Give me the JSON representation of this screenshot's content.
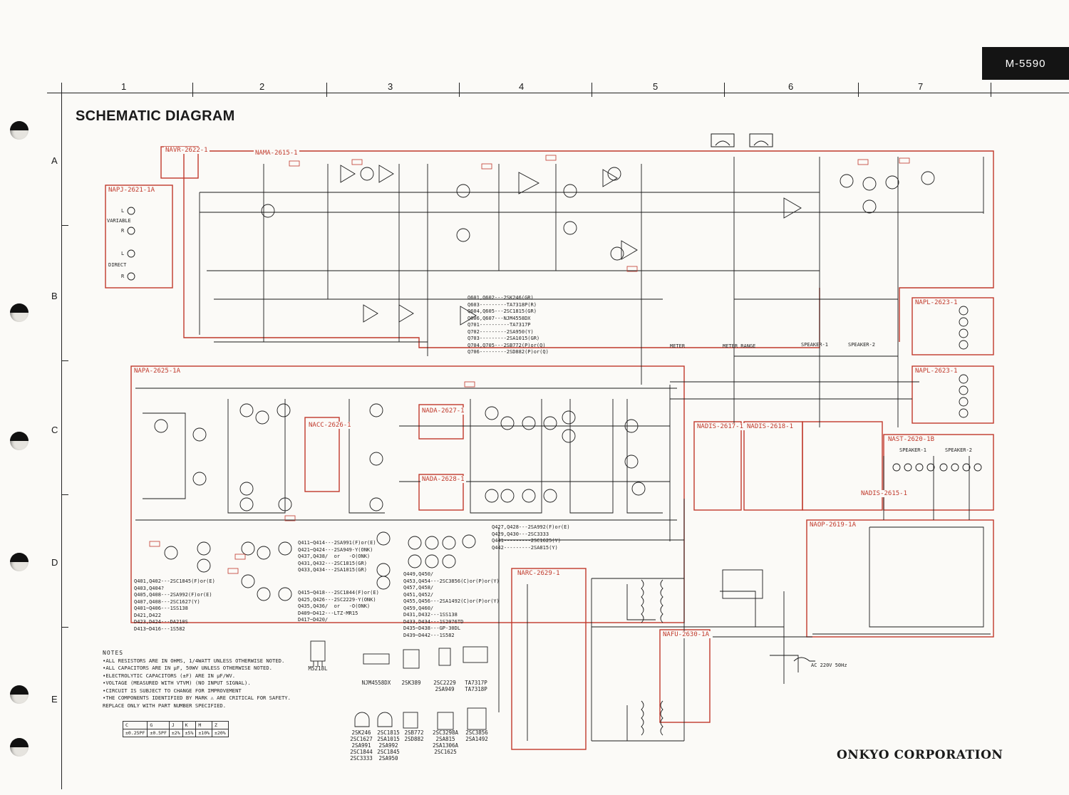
{
  "model": "M-5590",
  "title": "SCHEMATIC DIAGRAM",
  "columns": [
    "1",
    "2",
    "3",
    "4",
    "5",
    "6",
    "7"
  ],
  "rows": [
    "A",
    "B",
    "C",
    "D",
    "E"
  ],
  "boards": [
    {
      "id": "navr",
      "label": "NAVR-2622-1"
    },
    {
      "id": "nama",
      "label": "NAMA-2615-1"
    },
    {
      "id": "napj",
      "label": "NAPJ-2621-1A"
    },
    {
      "id": "napa",
      "label": "NAPA-2625-1A"
    },
    {
      "id": "nacc",
      "label": "NACC-2626-1"
    },
    {
      "id": "nada1",
      "label": "NADA-2627-1"
    },
    {
      "id": "nada2",
      "label": "NADA-2628-1"
    },
    {
      "id": "nadis1",
      "label": "NADIS-2617-1"
    },
    {
      "id": "nadis2",
      "label": "NADIS-2618-1"
    },
    {
      "id": "nadis3",
      "label": "NADIS-2615-1"
    },
    {
      "id": "nast",
      "label": "NAST-2620-1B"
    },
    {
      "id": "napl1",
      "label": "NAPL-2623-1"
    },
    {
      "id": "napl2",
      "label": "NAPL-2623-1"
    },
    {
      "id": "naop",
      "label": "NAOP-2619-1A"
    },
    {
      "id": "narc",
      "label": "NARC-2629-1"
    },
    {
      "id": "nafu",
      "label": "NAFU-2630-1A"
    }
  ],
  "inputs": {
    "variable": "VARIABLE",
    "direct": "DIRECT",
    "left": "L",
    "right": "R"
  },
  "switches": {
    "meter": "METER",
    "meter_range": "METER RANGE",
    "speaker1": "SPEAKER-1",
    "speaker2": "SPEAKER-2",
    "speaker1_term": "SPEAKER-1",
    "speaker2_term": "SPEAKER-2"
  },
  "power": {
    "ac": "AC 220V 50Hz"
  },
  "parts_text": {
    "q601": "Q601,Q602---2SK246(GR)\nQ603---------TA7318P(R)\nQ604,Q605---2SC1815(GR)\nQ606,Q607---NJM4558DX\nQ701----------TA7317P\nQ702---------2SA950(Y)\nQ703---------2SA1015(GR)\nQ704,Q705---2SB772(P)or(Q)\nQ706---------2SD882(P)or(Q)",
    "q401": "Q401,Q402---2SC1845(F)or(E)\nQ403,Q404?\nQ405,Q408---2SA992(F)or(E)\nQ407,Q408---2SC1627(Y)\nQ401~Q406---1SS138\nD421,D422\nD423,D424---DA210S\nD413~D416---1S582",
    "q411": "Q411~Q414---2SA991(F)or(E)\nQ421~Q424---2SA949-Y(ONK)\nQ437,Q438/  or   -O(ONK)\nQ431,Q432---2SC1815(GR)\nQ433,Q434---2SA1015(GR)",
    "q415": "Q415~Q418---2SC1844(F)or(E)\nQ425,Q426---2SC2229-Y(ONK)\nQ435,Q436/  or   -O(ONK)\nD409~D412---LTZ-MR15\nD417~D420/",
    "q427": "Q427,Q428---2SA992(F)or(E)\nQ429,Q430---2SC3333\nQ441---------2SC1625(Y)\nQ442---------2SA815(Y)",
    "q449": "Q449,Q450/\nQ453,Q454---2SC3856(C)or(P)or(Y)\nQ457,Q458/\nQ451,Q452/\nQ455,Q456---2SA1492(C)or(P)or(Y)\nQ459,Q460/\nD431,D432---1SS138\nD433,D434---1S2076TD\nD435~D438---GP-30DL\nD439~D442---1S582"
  },
  "notes": {
    "heading": "NOTES",
    "lines": [
      "•ALL RESISTORS ARE IN OHMS, 1/4WATT UNLESS OTHERWISE NOTED.",
      "•ALL CAPACITORS ARE IN μF, 50WV UNLESS OTHERWISE NOTED.",
      "•ELECTROLYTIC CAPACITORS (±F) ARE IN μF/WV.",
      "•VOLTAGE (MEASURED WITH VTVM) (NO INPUT SIGNAL).",
      "•CIRCUIT IS SUBJECT TO CHANGE FOR IMPROVEMENT",
      "•THE COMPONENTS IDENTIFIED BY MARK ⚠ ARE CRITICAL FOR SAFETY.",
      "  REPLACE ONLY WITH PART NUMBER SPECIFIED."
    ]
  },
  "packages": [
    {
      "name": "M5218L"
    },
    {
      "name": "NJM4558DX"
    },
    {
      "name": "2SK389"
    },
    {
      "name": "2SC2229\n2SA949"
    },
    {
      "name": "TA7317P\nTA7318P"
    },
    {
      "name": "2SK246\n2SC1627\n2SA991\n2SC1844\n2SC3333"
    },
    {
      "name": "2SC1815\n2SA1015\n2SA992\n2SC1845\n2SA950"
    },
    {
      "name": "2SB772\n2SD882"
    },
    {
      "name": "2SC3298A\n2SA815\n2SA1306A\n2SC1625"
    },
    {
      "name": "2SC3856\n2SA1492"
    }
  ],
  "tolerance_table": {
    "codes": [
      "C",
      "G",
      "J",
      "K",
      "M",
      "Z"
    ],
    "values": [
      "±0.25PF",
      "±0.5PF",
      "±2%",
      "±5%",
      "±10%",
      "±20%"
    ]
  },
  "company": "ONKYO CORPORATION",
  "colors": {
    "board_outline": "#c0392b",
    "wire": "#1a1a1a",
    "paper": "#fbfaf7"
  }
}
